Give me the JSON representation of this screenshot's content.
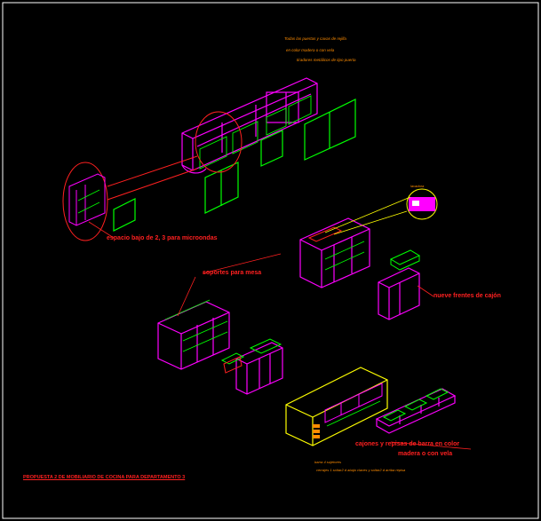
{
  "labels": {
    "top_note_1": "Todas las puertas y cavas de rejilla",
    "top_note_2": "en color madera o con vela",
    "top_note_3": "tiradores metálicos de tipo puerta",
    "microwave_space": "espacio bajo de 2, 3 para microondas",
    "stovetop": "lavadora",
    "bar_supports": "soportes para mesa",
    "drawer_handles": "nueve frentes de cajón",
    "drawers_bar_note_1": "cajones y repisas de barra en color",
    "drawers_bar_note_2": "madera o con vela",
    "bottom_note_1": "barra 4 sujetores",
    "bottom_note_2": "cerrajes 1 soltar2 d abajo claves y soltar2 d arriba repisa",
    "title": "PROPUESTA 2 DE MOBILIARIO DE COCINA PARA DEPARTAMENTO 3"
  },
  "colors": {
    "background": "#000000",
    "magenta": "#ff00ff",
    "green": "#00ff00",
    "red": "#ff2020",
    "yellow": "#ffff00",
    "orange": "#ff8c00",
    "white": "#ffffff"
  }
}
